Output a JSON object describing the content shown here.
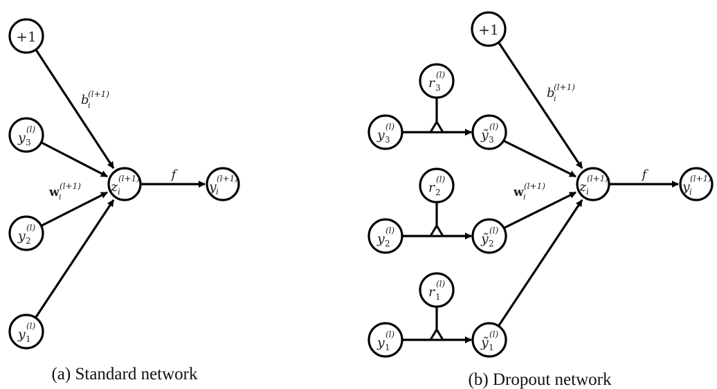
{
  "panels": [
    {
      "id": "standard",
      "caption": "(a) Standard network",
      "bias_node": "+1",
      "inputs": [
        {
          "base": "y",
          "sub": "3",
          "sup": "(l)"
        },
        {
          "base": "y",
          "sub": "2",
          "sup": "(l)"
        },
        {
          "base": "y",
          "sub": "1",
          "sup": "(l)"
        }
      ],
      "hidden": {
        "base": "z",
        "sub": "i",
        "sup": "(l+1)"
      },
      "output": {
        "base": "y",
        "sub": "i",
        "sup": "(l+1)"
      },
      "bias_label": {
        "base": "b",
        "sub": "i",
        "sup": "(l+1)"
      },
      "weight_label": {
        "base": "w",
        "sub": "i",
        "sup": "(l+1)"
      },
      "activation_label": "f"
    },
    {
      "id": "dropout",
      "caption": "(b) Dropout network",
      "bias_node": "+1",
      "inputs": [
        {
          "base": "y",
          "sub": "3",
          "sup": "(l)"
        },
        {
          "base": "y",
          "sub": "2",
          "sup": "(l)"
        },
        {
          "base": "y",
          "sub": "1",
          "sup": "(l)"
        }
      ],
      "masks": [
        {
          "base": "r",
          "sub": "3",
          "sup": "(l)"
        },
        {
          "base": "r",
          "sub": "2",
          "sup": "(l)"
        },
        {
          "base": "r",
          "sub": "1",
          "sup": "(l)"
        }
      ],
      "thinned": [
        {
          "base": "ỹ",
          "sub": "3",
          "sup": "(l)"
        },
        {
          "base": "ỹ",
          "sub": "2",
          "sup": "(l)"
        },
        {
          "base": "ỹ",
          "sub": "1",
          "sup": "(l)"
        }
      ],
      "hidden": {
        "base": "z",
        "sub": "i",
        "sup": "(l+1)"
      },
      "output": {
        "base": "y",
        "sub": "i",
        "sup": "(l+1)"
      },
      "bias_label": {
        "base": "b",
        "sub": "i",
        "sup": "(l+1)"
      },
      "weight_label": {
        "base": "w",
        "sub": "i",
        "sup": "(l+1)"
      },
      "activation_label": "f"
    }
  ]
}
